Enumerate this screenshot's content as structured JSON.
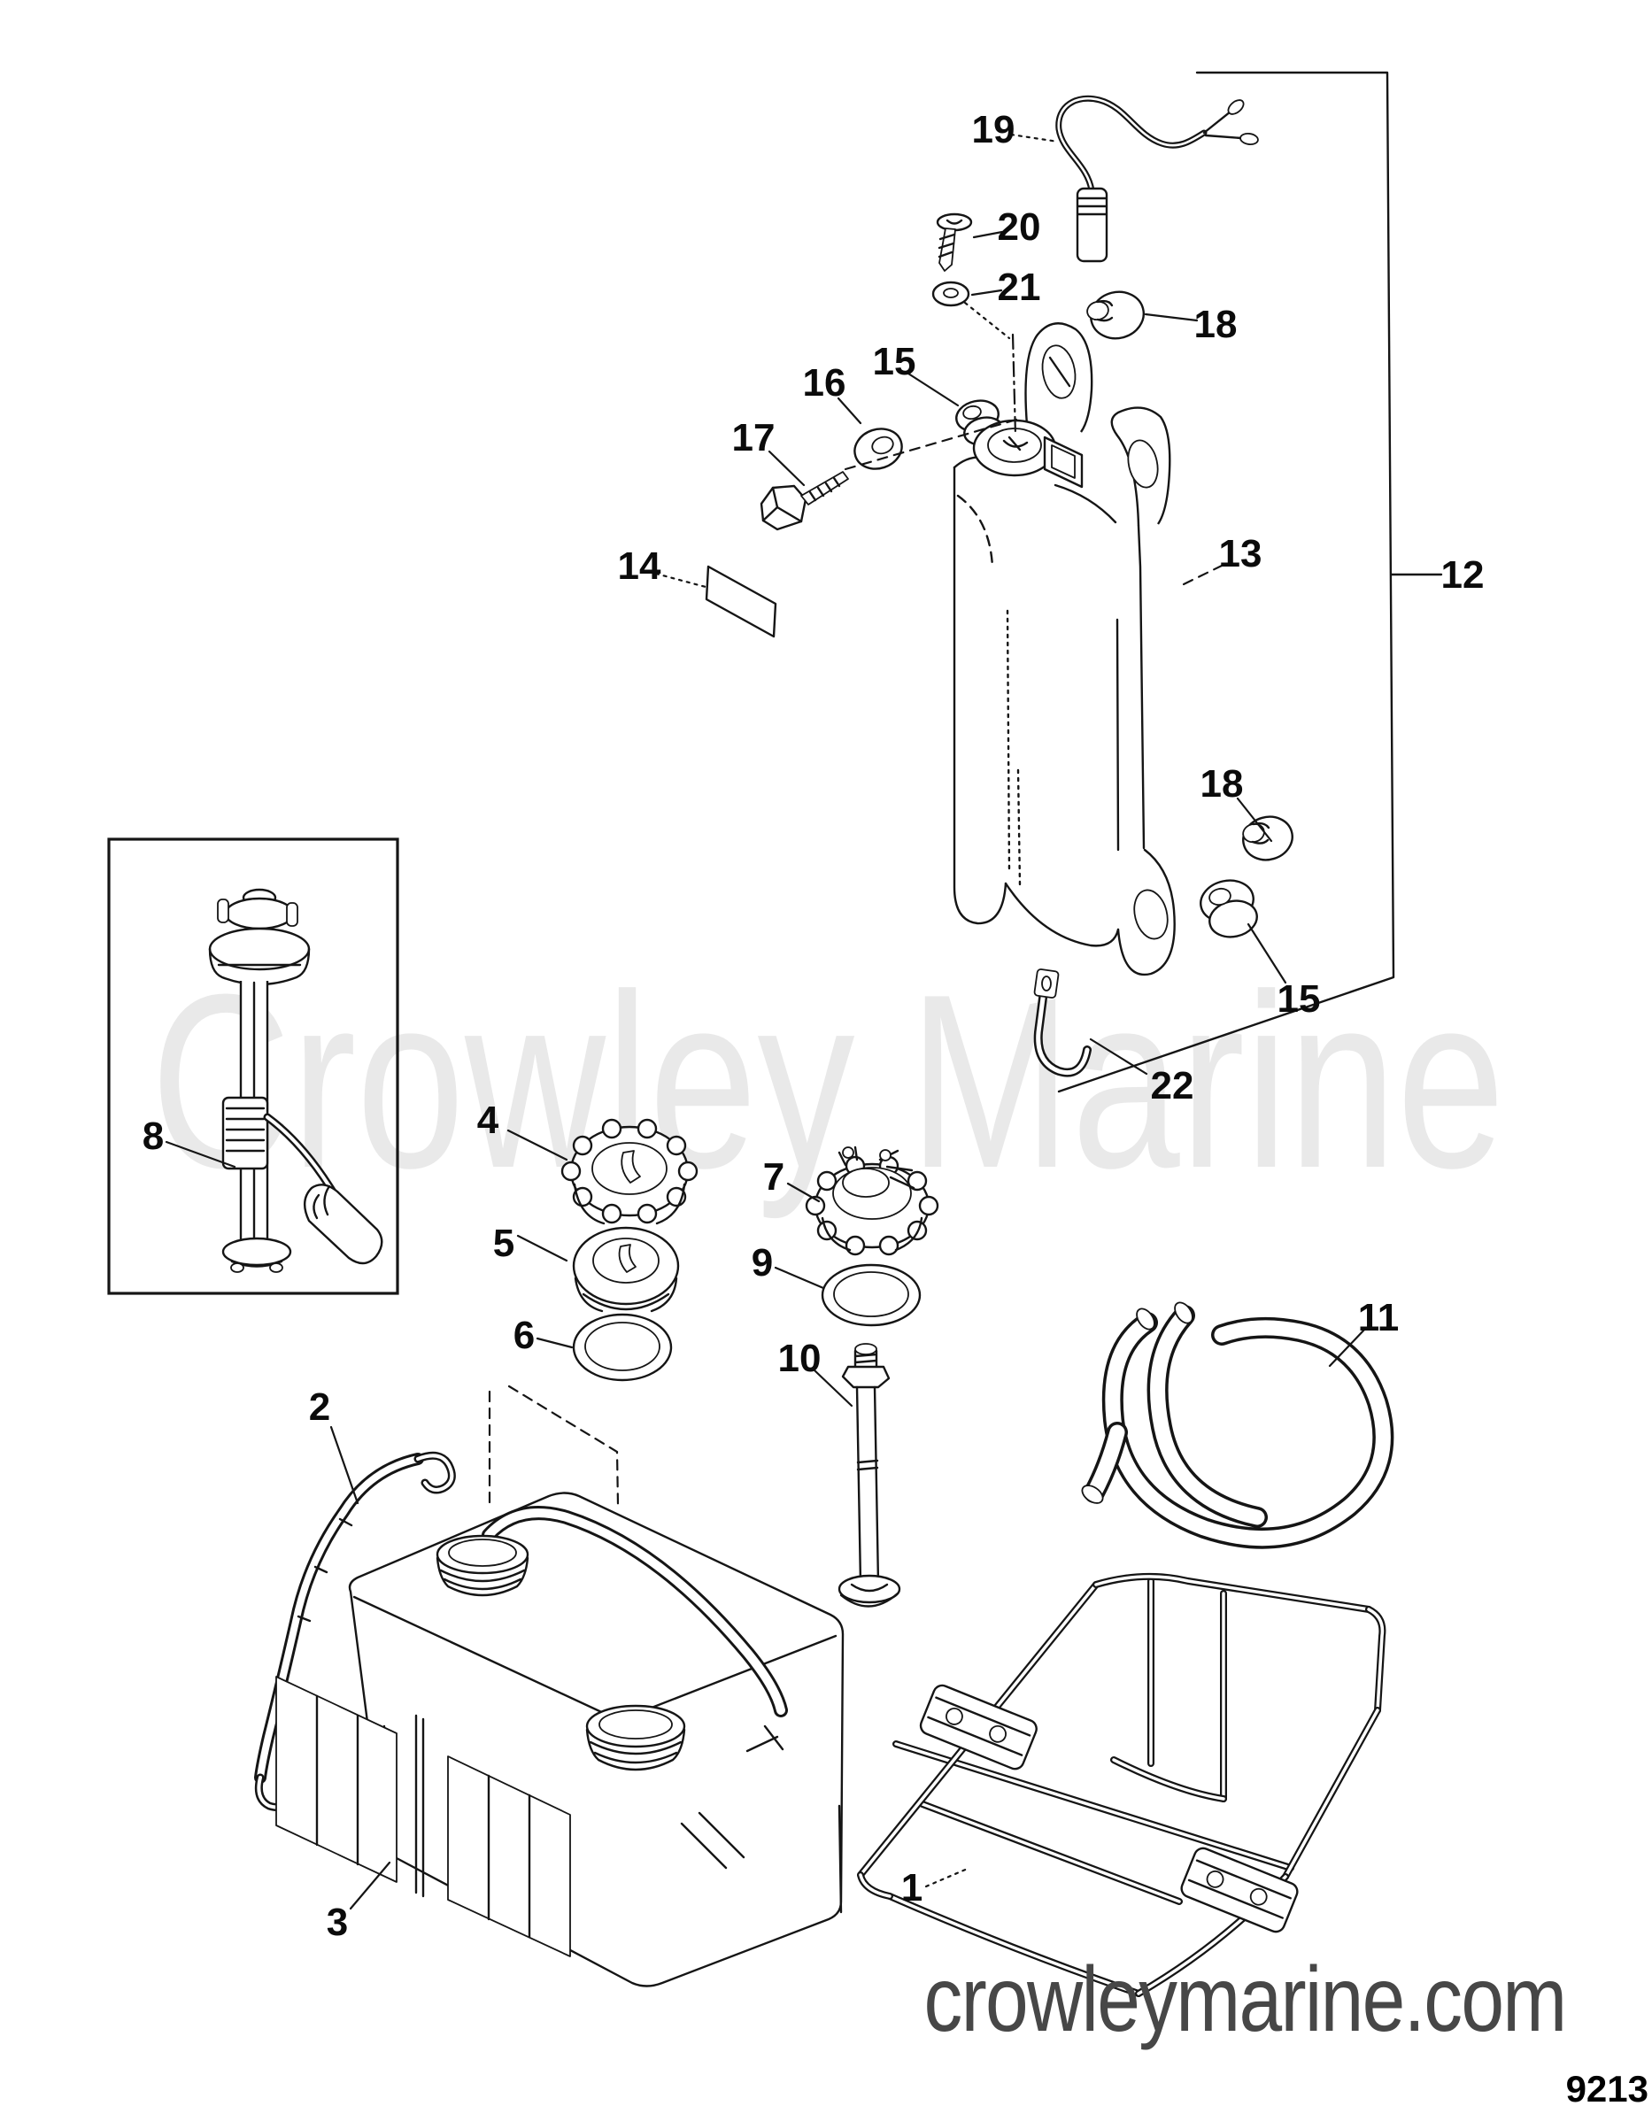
{
  "watermark": "Crowley Marine",
  "footer": {
    "site": "crowleymarine.com"
  },
  "doc_number": "9213",
  "callouts": {
    "1": "1",
    "2": "2",
    "3": "3",
    "4": "4",
    "5": "5",
    "6": "6",
    "7": "7",
    "8": "8",
    "9": "9",
    "10": "10",
    "11": "11",
    "12": "12",
    "13": "13",
    "14": "14",
    "15": "15",
    "16": "16",
    "17": "17",
    "18": "18",
    "19": "19",
    "20": "20",
    "21": "21",
    "22": "22"
  }
}
